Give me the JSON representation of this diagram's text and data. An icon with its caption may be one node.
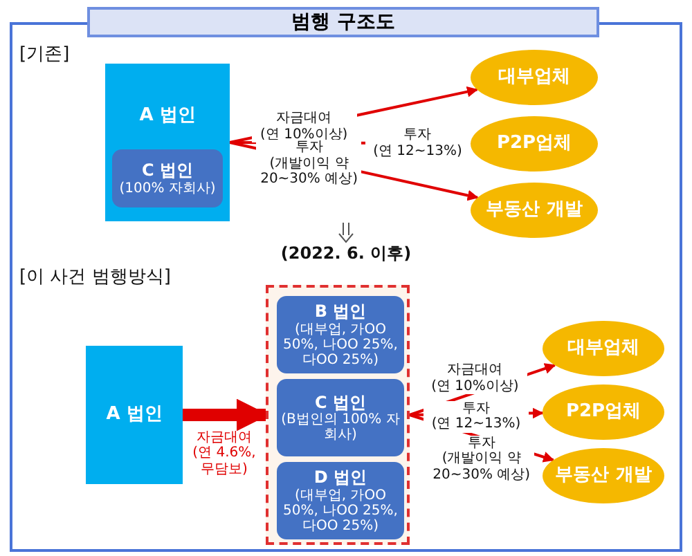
{
  "diagram": {
    "title": "범행 구조도",
    "nodes": [
      {
        "text": [
          "A 법인"
        ]
      },
      {
        "text": [
          "C 법인",
          "(100% 자회사)"
        ],
        "in": 0
      },
      {
        "text": [
          "대부업체"
        ]
      },
      {
        "text": [
          "P2P업체"
        ]
      },
      {
        "text": [
          "부동산 개발"
        ]
      },
      {
        "text": [
          "A 법인"
        ]
      },
      {
        "text": [],
        "shape": "box"
      },
      {
        "text": [
          "B 법인",
          "(대부업, 가OO 50%, 나OO 25%, 다OO 25%)"
        ],
        "in": 6
      },
      {
        "text": [
          "C 법인",
          "(B법인의 100% 자회사)"
        ],
        "in": 6
      },
      {
        "text": [
          "D 법인",
          "(대부업, 가OO 50%, 나OO 25%, 다OO 25%)"
        ],
        "in": 6
      },
      {
        "text": [
          "대부업체"
        ]
      },
      {
        "text": [
          "P2P업체"
        ]
      },
      {
        "text": [
          "부동산 개발"
        ]
      }
    ],
    "edges": [
      {
        "from": 0,
        "to": 2,
        "arrow": "to",
        "label": "자금대여 (연 10%이상)"
      },
      {
        "from": 0,
        "to": 3,
        "arrow": "to",
        "label": "투자 (연 12~13%)"
      },
      {
        "from": 0,
        "to": 4,
        "arrow": "to",
        "label": "투자 (개발이익 약 20~30% 예상)"
      },
      {
        "from": 5,
        "to": 6,
        "arrow": "to",
        "label": "자금대여 (연 4.6%, 무담보)",
        "style": "thick"
      },
      {
        "from": 6,
        "to": 10,
        "arrow": "to",
        "label": "자금대여 (연 10%이상)"
      },
      {
        "from": 6,
        "to": 11,
        "arrow": "to",
        "label": "투자 (연 12~13%)"
      },
      {
        "from": 6,
        "to": 12,
        "arrow": "to",
        "label": "투자 (개발이익 약 20~30% 예상)"
      }
    ],
    "labels": [
      "[기존]",
      "(2022. 6. 이후)",
      "[이 사건 범행방식]"
    ]
  }
}
